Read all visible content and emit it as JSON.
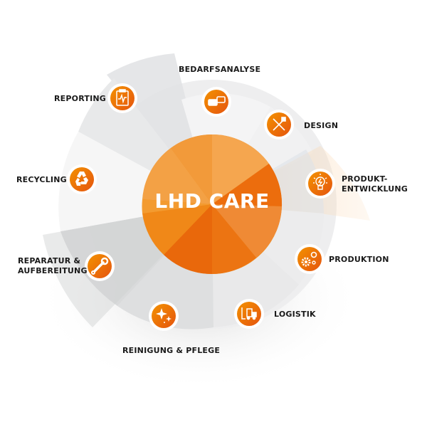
{
  "diagram": {
    "title": "LHD CARE",
    "colors": {
      "accent": "#ef7d00",
      "accent_dark": "#e8640c",
      "accent_light": "#f5a14a",
      "ring_gray": "#e6e7e8",
      "text": "#1a1a1a"
    },
    "nodes": [
      {
        "id": "bedarfsanalyse",
        "label": "BEDARFSANALYSE",
        "icon": "speech-bubbles-icon"
      },
      {
        "id": "design",
        "label": "DESIGN",
        "icon": "ruler-pencil-icon"
      },
      {
        "id": "produktentwicklung",
        "label_line1": "PRODUKT-",
        "label_line2": "ENTWICKLUNG",
        "icon": "lightbulb-icon"
      },
      {
        "id": "produktion",
        "label": "PRODUKTION",
        "icon": "gears-icon"
      },
      {
        "id": "logistik",
        "label": "LOGISTIK",
        "icon": "forklift-icon"
      },
      {
        "id": "reinigung",
        "label": "REINIGUNG & PFLEGE",
        "icon": "sparkles-icon"
      },
      {
        "id": "reparatur",
        "label_line1": "REPARATUR &",
        "label_line2": "AUFBEREITUNG",
        "icon": "wrench-icon"
      },
      {
        "id": "recycling",
        "label": "RECYCLING",
        "icon": "recycle-icon"
      },
      {
        "id": "reporting",
        "label": "REPORTING",
        "icon": "clipboard-chart-icon"
      }
    ]
  }
}
